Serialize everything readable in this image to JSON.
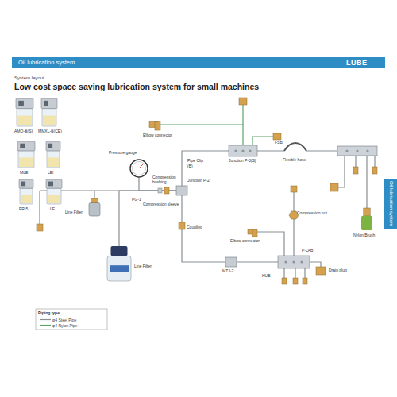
{
  "diagram": {
    "title": "Low cost space saving lubrication system for small machines",
    "nodes": [
      {
        "text": [
          "Oil lubrication system"
        ]
      },
      {
        "text": [
          "Oil lubrication system"
        ]
      },
      {
        "text": [
          "AMO-Ⅲ(S)"
        ]
      },
      {
        "text": [
          "MMXL-Ⅲ(CE)"
        ]
      },
      {
        "text": [
          "MLE"
        ]
      },
      {
        "text": [
          "LEI"
        ]
      },
      {
        "text": [
          "ER-5"
        ]
      },
      {
        "text": [
          "LE"
        ]
      },
      {
        "text": [
          "Line Filter"
        ]
      },
      {
        "text": [
          "Line Filter"
        ]
      },
      {
        "text": [
          "Pressure gauge"
        ]
      },
      {
        "text": [
          "Junction P-2"
        ]
      },
      {
        "text": [
          "Elbow connector"
        ]
      },
      {
        "text": [
          "Junction P-3(S)"
        ]
      },
      {
        "text": [
          "Flexible hose"
        ]
      },
      {
        "text": [
          "Nylon Brush"
        ]
      },
      {
        "text": [
          "MTJ-2"
        ]
      },
      {
        "text": [
          "Elbow connector"
        ]
      },
      {
        "text": [
          "P-LAB"
        ]
      },
      {
        "text": [
          "Drain plug"
        ]
      },
      {
        "text": [
          "Compression nut"
        ]
      }
    ],
    "edges": [
      {
        "from": 8,
        "to": 11,
        "arrow": "none"
      },
      {
        "from": 9,
        "to": 11,
        "arrow": "none"
      },
      {
        "from": 10,
        "to": 11,
        "arrow": "none"
      },
      {
        "from": 11,
        "to": 13,
        "arrow": "none"
      },
      {
        "from": 12,
        "to": 13,
        "arrow": "none"
      },
      {
        "from": 13,
        "to": 14,
        "arrow": "none"
      },
      {
        "from": 14,
        "to": 15,
        "arrow": "none"
      },
      {
        "from": 11,
        "to": 16,
        "arrow": "none"
      },
      {
        "from": 16,
        "to": 18,
        "arrow": "none"
      },
      {
        "from": 17,
        "to": 18,
        "arrow": "none"
      },
      {
        "from": 20,
        "to": 18,
        "arrow": "none"
      },
      {
        "from": 18,
        "to": 19,
        "arrow": "none"
      }
    ],
    "labels": [
      "LUBE",
      "System layout",
      "PG-1",
      "Compression bushing",
      "Compression sleeve",
      "Pipe Clip",
      "(B)",
      "Coupling",
      "FSB",
      "HUB",
      "Piping type"
    ],
    "legend": [
      {
        "text": "φ4 Steel Pipe"
      },
      {
        "text": "φ4 Nylon Pipe"
      }
    ]
  }
}
